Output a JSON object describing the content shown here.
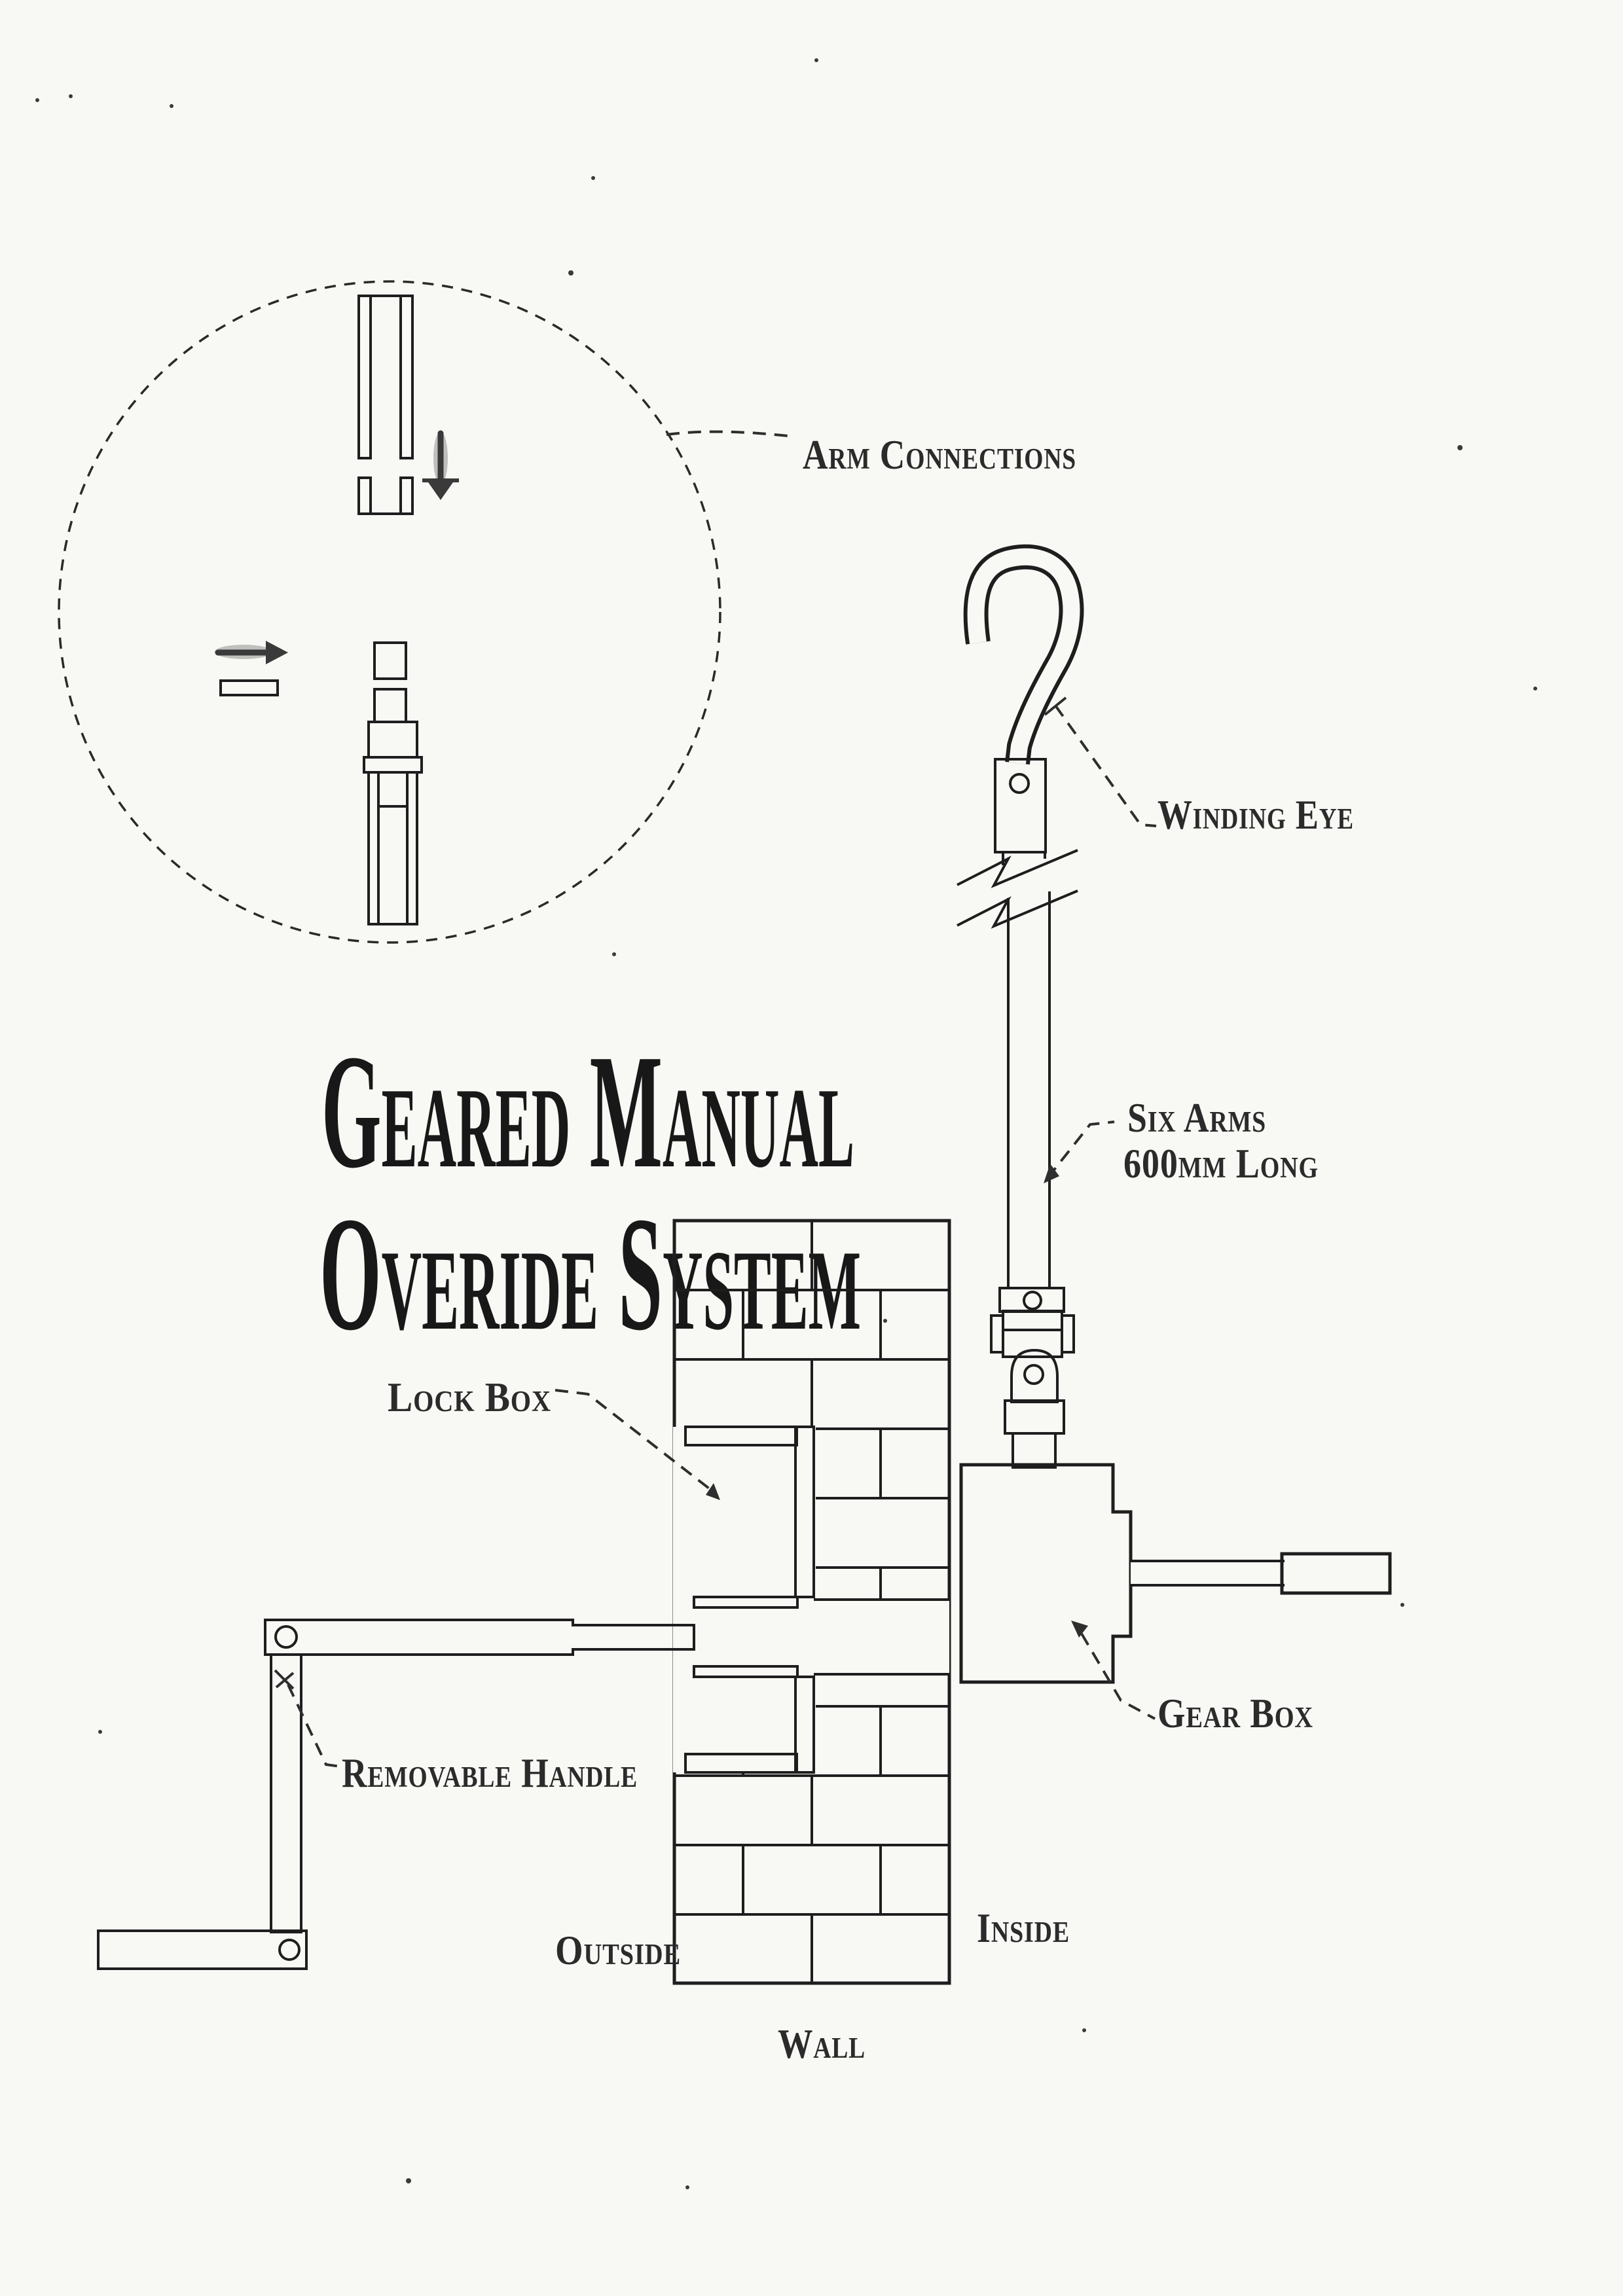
{
  "document": {
    "type": "scanned-engineering-diagram",
    "paper_color": "#f8f8f5",
    "ink_color": "#1e1e1e"
  },
  "title": {
    "line1": "Geared Manual",
    "line2": "Overide System"
  },
  "labels": {
    "arm_connections": "Arm Connections",
    "winding_eye": "Winding Eye",
    "six_arms_line1": "Six Arms",
    "six_arms_line2": "600mm Long",
    "lock_box": "Lock Box",
    "removable_handle": "Removable Handle",
    "gear_box": "Gear Box",
    "outside": "Outside",
    "inside": "Inside",
    "wall": "Wall"
  }
}
